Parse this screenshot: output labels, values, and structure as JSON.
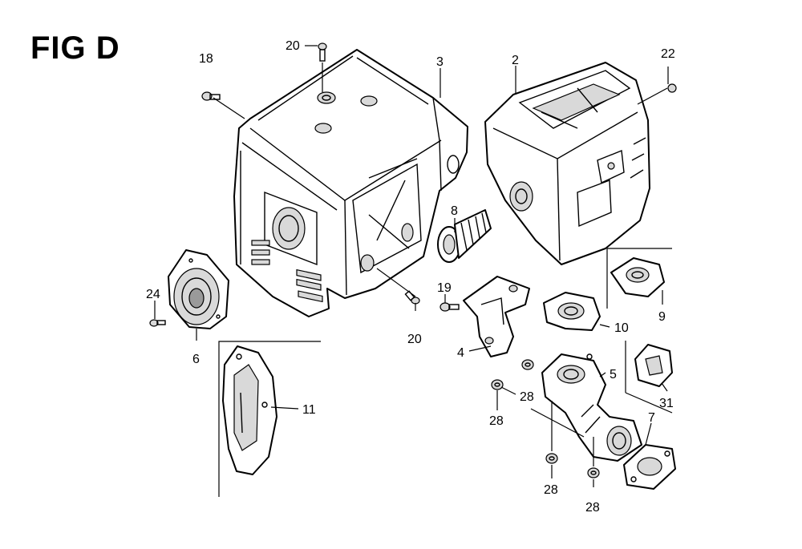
{
  "figure": {
    "title": "FIG D",
    "callouts": {
      "c2": "2",
      "c3": "3",
      "c4": "4",
      "c5": "5",
      "c6": "6",
      "c7": "7",
      "c8": "8",
      "c9": "9",
      "c10": "10",
      "c11": "11",
      "c18": "18",
      "c19": "19",
      "c20a": "20",
      "c20b": "20",
      "c22": "22",
      "c24": "24",
      "c28a": "28",
      "c28b": "28",
      "c28c": "28",
      "c28d": "28",
      "c31": "31"
    }
  }
}
